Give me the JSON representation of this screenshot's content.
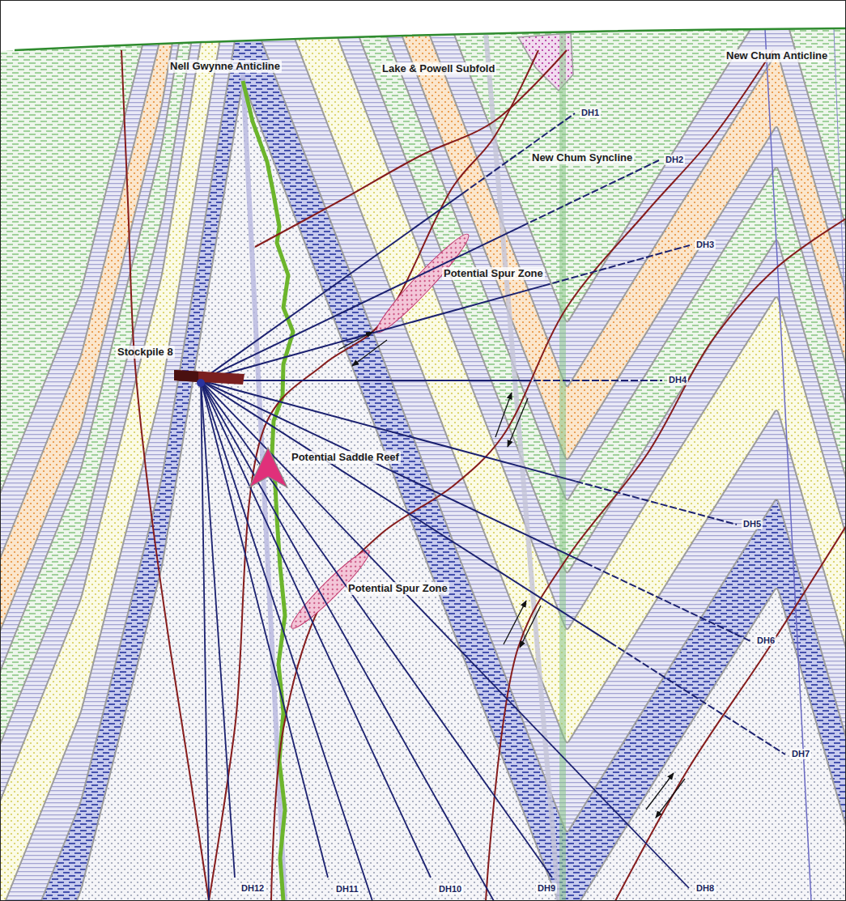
{
  "diagram": {
    "labels": [
      "Nell Gwynne Anticline",
      "Lake & Powell Subfold",
      "New Chum Anticline",
      "DH1",
      "New Chum Syncline",
      "DH2",
      "DH3",
      "Potential Spur Zone",
      "Stockpile 8",
      "DH4",
      "Potential Saddle Reef",
      "DH5",
      "Potential Spur Zone",
      "DH6",
      "DH7",
      "DH12",
      "DH11",
      "DH10",
      "DH9",
      "DH8"
    ]
  }
}
